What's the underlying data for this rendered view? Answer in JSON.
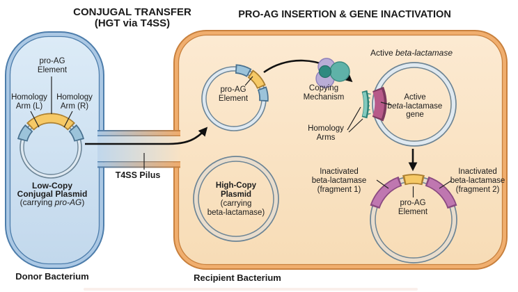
{
  "title_left_1": "CONJUGAL TRANSFER",
  "title_left_2": "(HGT via T4SS)",
  "title_right": "PRO-AG INSERTION & GENE INACTIVATION",
  "donor": {
    "proag_1": "pro-AG",
    "proag_2": "Element",
    "hom_l_1": "Homology",
    "hom_l_2": "Arm (L)",
    "hom_r_1": "Homology",
    "hom_r_2": "Arm (R)",
    "name_1": "Low-Copy",
    "name_2": "Conjugal Plasmid",
    "name_3a": "(carrying ",
    "name_3b": "pro-AG",
    "name_3c": ")",
    "cell": "Donor Bacterium"
  },
  "pilus_label": "T4SS Pilus",
  "recipient": {
    "cell": "Recipient Bacterium",
    "proag_1": "pro-AG",
    "proag_2": "Element",
    "copying_1": "Copying",
    "copying_2": "Mechanism",
    "homarms_1": "Homology",
    "homarms_2": "Arms",
    "active_title_a": "Active ",
    "active_title_b": "beta-lactamase",
    "gene_1": "Active",
    "gene_2a": "beta",
    "gene_2b": "-lactamase",
    "gene_3": "gene",
    "highcopy_1": "High-Copy",
    "highcopy_2": "Plasmid",
    "highcopy_3": "(carrying",
    "highcopy_4": "beta-lactamase)",
    "frag1_1": "Inactivated",
    "frag1_2": "beta-lactamase",
    "frag1_3": "(fragment 1)",
    "frag2_1": "Inactivated",
    "frag2_2": "beta-lactamase",
    "frag2_3": "(fragment 2)",
    "proag_b_1": "pro-AG",
    "proag_b_2": "Element"
  },
  "colors": {
    "donor_fill": "#d6e5f3",
    "donor_membrane": "#4d7dab",
    "donor_band": "#abc8e4",
    "recipient_fill": "#fbe6ca",
    "recipient_membrane": "#c8803d",
    "recipient_band": "#f0ae6e",
    "plasmid_ring": "#6b8496",
    "plasmid_band": "#dfe9f1",
    "proag_yellow": "#f6c966",
    "proag_yellow_border": "#ab7f30",
    "homology_blue": "#9cc3da",
    "homology_blue_border": "#49718f",
    "active_gene_magenta": "#b75a89",
    "active_gene_border": "#7c3a5e",
    "fragment_purple": "#bf77b0",
    "fragment_border": "#8a4a80",
    "pairing_teal": "#82cabe",
    "pairing_teal_border": "#2e8176",
    "mechanism_lavender": "#b9add6",
    "mechanism_teal": "#5fb2a8",
    "arrow": "#111111"
  }
}
